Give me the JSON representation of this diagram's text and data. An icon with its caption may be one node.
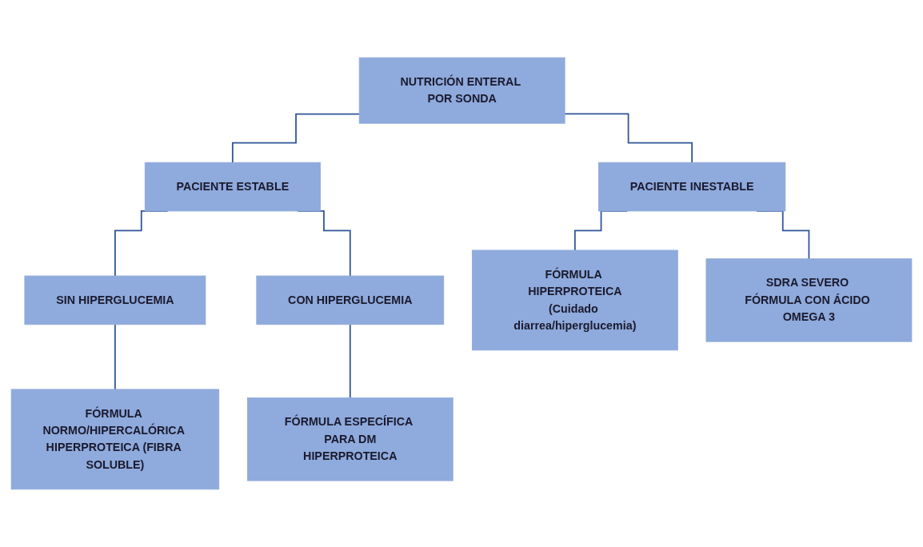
{
  "diagram": {
    "nodes": [
      {
        "text": [
          "NUTRICIÓN ENTERAL POR SONDA"
        ]
      },
      {
        "text": [
          "PACIENTE ESTABLE"
        ]
      },
      {
        "text": [
          "PACIENTE INESTABLE"
        ]
      },
      {
        "text": [
          "SIN HIPERGLUCEMIA"
        ]
      },
      {
        "text": [
          "CON HIPERGLUCEMIA"
        ]
      },
      {
        "text": [
          "FÓRMULA HIPERPROTEICA",
          "(Cuidado diarrea/hiperglucemia)"
        ]
      },
      {
        "text": [
          "FÓRMULA NORMO/HIPERCALÓRICA HIPERPROTEICA (FIBRA SOLUBLE)"
        ]
      },
      {
        "text": [
          "FÓRMULA ESPECÍFICA PARA DM",
          "HIPERPROTEICA"
        ]
      },
      {
        "text": [
          "SDRA SEVERO FÓRMULA CON ÁCIDO OMEGA 3"
        ]
      }
    ],
    "edges": [
      {
        "from": 0,
        "to": 1,
        "arrow": "none"
      },
      {
        "from": 0,
        "to": 2,
        "arrow": "none"
      },
      {
        "from": 1,
        "to": 3,
        "arrow": "none"
      },
      {
        "from": 1,
        "to": 4,
        "arrow": "none"
      },
      {
        "from": 2,
        "to": 5,
        "arrow": "none"
      },
      {
        "from": 3,
        "to": 6,
        "arrow": "none"
      },
      {
        "from": 4,
        "to": 7,
        "arrow": "none"
      },
      {
        "from": 2,
        "to": 8,
        "arrow": "none"
      }
    ]
  }
}
